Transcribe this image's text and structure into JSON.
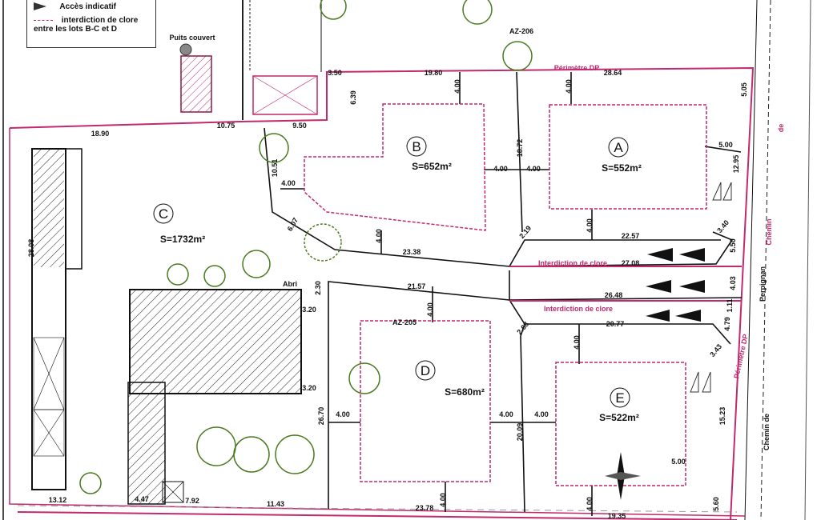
{
  "legend": {
    "access_label": "Accès indicatif",
    "no_fence_label_line1": "interdiction de clore",
    "no_fence_label_line2": "entre les lots B-C et D"
  },
  "lots": [
    {
      "name": "A",
      "area": "S=552m²"
    },
    {
      "name": "B",
      "area": "S=652m²"
    },
    {
      "name": "C",
      "area": "S=1732m²"
    },
    {
      "name": "D",
      "area": "S=680m²"
    },
    {
      "name": "E",
      "area": "S=522m²"
    }
  ],
  "labels": {
    "perimeter_top": "Périmètre DP",
    "perimeter_right": "Périmètre DP",
    "parcel_az206": "AZ-206",
    "parcel_az205": "AZ-205",
    "no_fence_1": "Interdiction de clore",
    "no_fence_2": "Interdiction de clore",
    "road_name_small": "Chemin",
    "road_name_small_de": "de",
    "road_name_big": "Chemin de",
    "road_direction": "Perpignan",
    "well_label": "Puits couvert",
    "shelter_label": "Abri"
  },
  "dimensions": [
    "3.50",
    "19.80",
    "28.64",
    "5.05",
    "6.39",
    "4.00",
    "4.00",
    "18.90",
    "10.75",
    "9.50",
    "10.51",
    "4.00",
    "4.00",
    "4.00",
    "18.72",
    "5.00",
    "12.95",
    "6.07",
    "4.00",
    "2.19",
    "4.00",
    "22.57",
    "3.40",
    "5.50",
    "23.38",
    "27.08",
    "28.08",
    "2.30",
    "3.20",
    "21.57",
    "26.48",
    "4.03",
    "1.11",
    "4.00",
    "20.77",
    "4.79",
    "3.43",
    "2.68",
    "4.00",
    "26.70",
    "3.20",
    "4.00",
    "4.00",
    "4.00",
    "20.09",
    "15.23",
    "5.00",
    "13.12",
    "4.47",
    "7.92",
    "11.43",
    "23.78",
    "4.00",
    "4.00",
    "19.35",
    "5.60"
  ],
  "colors": {
    "perimeter": "#c2296e",
    "lines": "#111111",
    "trees": "#4a7a1e"
  }
}
